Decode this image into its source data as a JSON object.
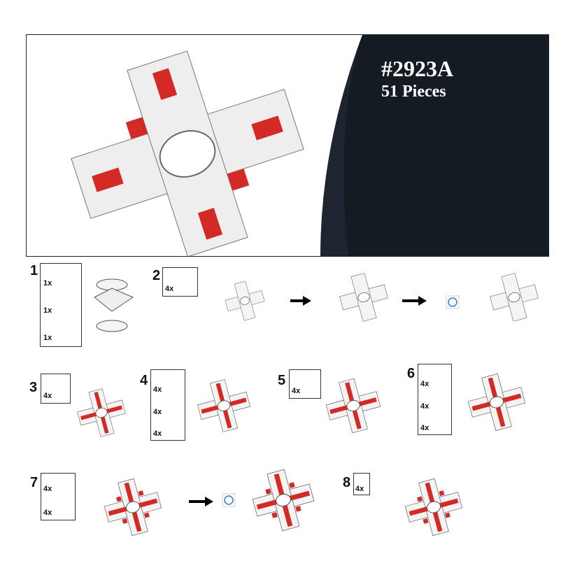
{
  "product": {
    "title": "#2923A",
    "pieces": "51 Pieces"
  },
  "colors": {
    "red": "#d42a25",
    "white": "#f4f4f4",
    "dark": "#151b23",
    "outline": "#555555"
  },
  "steps": [
    {
      "number": "1",
      "parts": [
        "1x",
        "1x",
        "1x"
      ]
    },
    {
      "number": "2",
      "parts": [
        "4x"
      ]
    },
    {
      "number": "3",
      "parts": [
        "4x"
      ]
    },
    {
      "number": "4",
      "parts": [
        "4x",
        "4x",
        "4x"
      ]
    },
    {
      "number": "5",
      "parts": [
        "4x"
      ]
    },
    {
      "number": "6",
      "parts": [
        "4x",
        "4x",
        "4x"
      ]
    },
    {
      "number": "7",
      "parts": [
        "4x",
        "4x"
      ]
    },
    {
      "number": "8",
      "parts": [
        "4x"
      ]
    }
  ],
  "icons": [
    "arrow-right-icon",
    "rotate-icon"
  ]
}
